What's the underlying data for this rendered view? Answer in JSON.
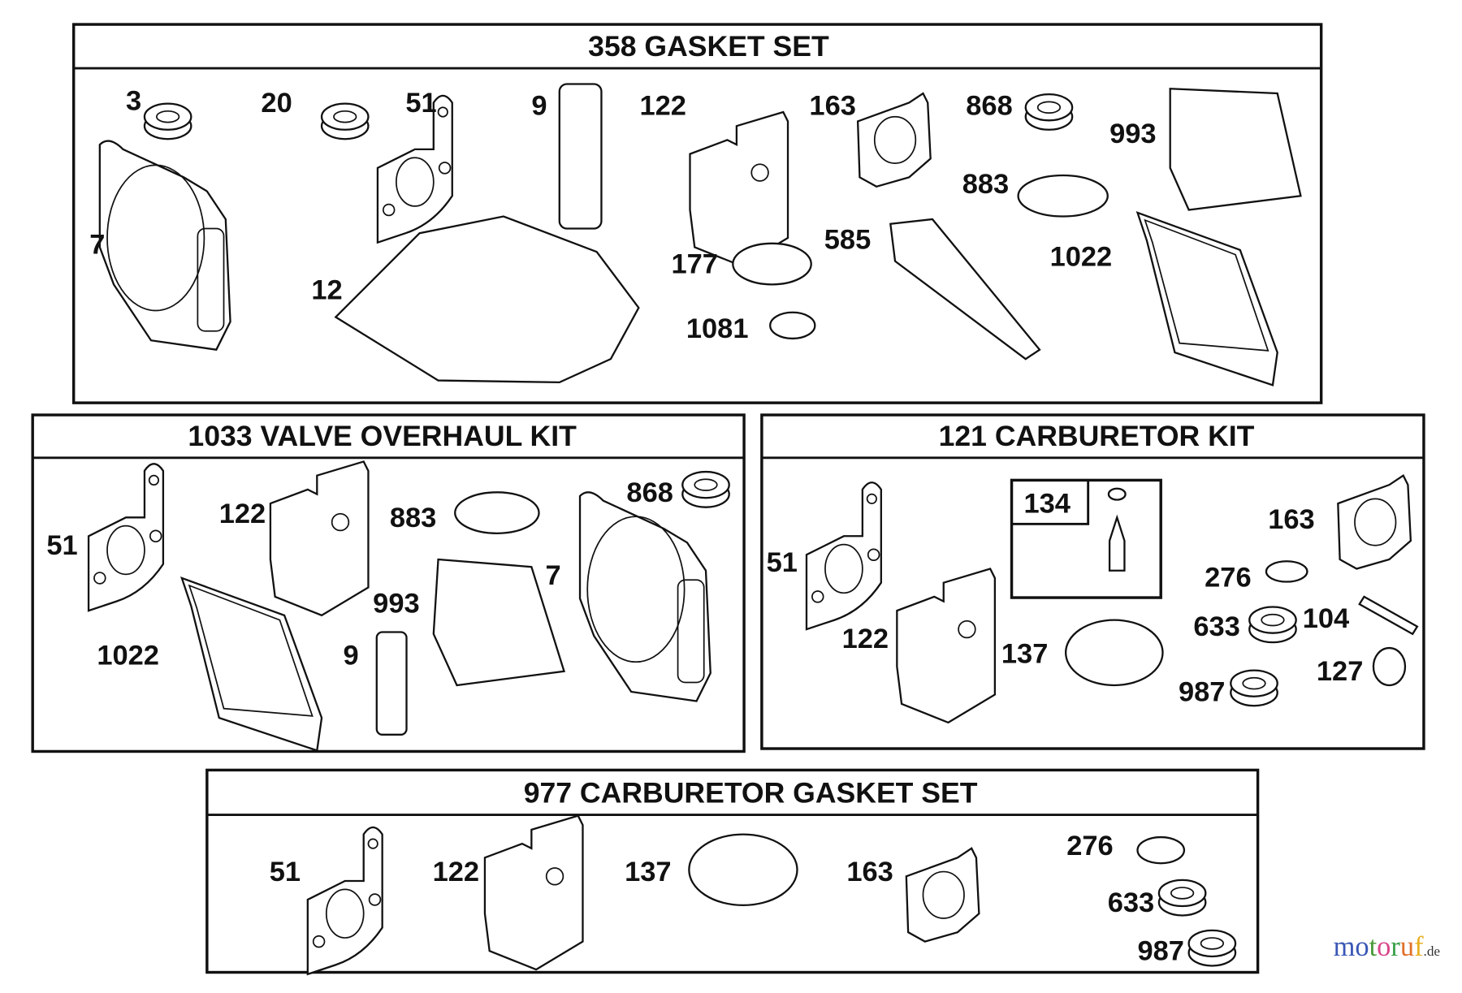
{
  "kits": [
    {
      "title": "358 GASKET SET",
      "labels": [
        "3",
        "20",
        "51",
        "9",
        "122",
        "163",
        "868",
        "993",
        "883",
        "7",
        "12",
        "177",
        "585",
        "1022",
        "1081"
      ]
    },
    {
      "title": "1033 VALVE OVERHAUL KIT",
      "labels": [
        "51",
        "122",
        "883",
        "868",
        "7",
        "993",
        "1022",
        "9"
      ]
    },
    {
      "title": "121 CARBURETOR KIT",
      "labels": [
        "134",
        "163",
        "51",
        "276",
        "633",
        "104",
        "122",
        "137",
        "127",
        "987"
      ]
    },
    {
      "title": "977 CARBURETOR  GASKET SET",
      "labels": [
        "51",
        "122",
        "137",
        "163",
        "276",
        "633",
        "987"
      ]
    }
  ],
  "watermark": {
    "main": [
      "m",
      "o",
      "t",
      "o",
      "r",
      "u",
      "f"
    ],
    "suffix": ".de",
    "colors": [
      "#3a57b5",
      "#3a57b5",
      "#4a9a3a",
      "#d9468a",
      "#3aa04a",
      "#e0702a",
      "#e8b020"
    ]
  }
}
